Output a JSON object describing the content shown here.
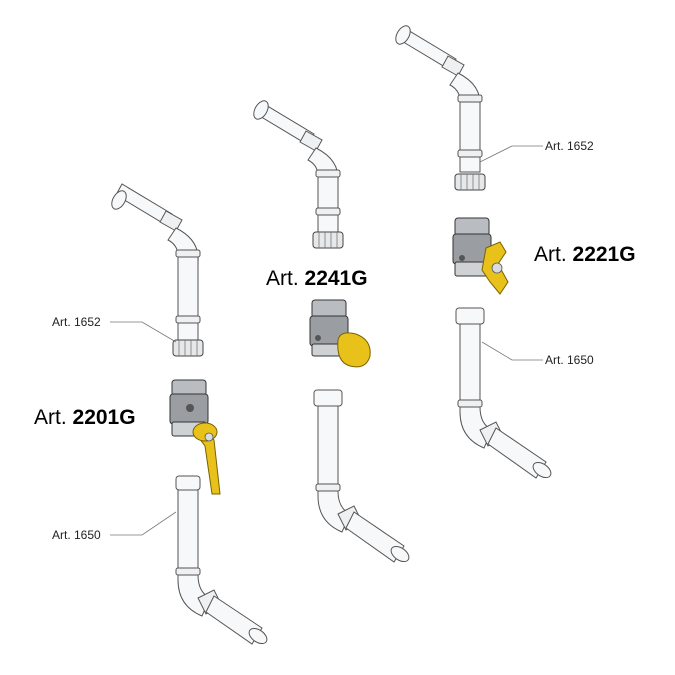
{
  "labels": {
    "art_1652_left": "Art. 1652",
    "art_1650_left": "Art. 1650",
    "art_1652_right": "Art. 1652",
    "art_1650_right": "Art. 1650",
    "art_2201g": {
      "prefix": "Art. ",
      "code": "2201G"
    },
    "art_2241g": {
      "prefix": "Art. ",
      "code": "2241G"
    },
    "art_2221g": {
      "prefix": "Art. ",
      "code": "2221G"
    }
  },
  "colors": {
    "handle_yellow": "#e8c21a",
    "handle_stroke": "#7a6200",
    "valve_grey": "#9a9da1",
    "pipe_fill": "#f7f8fa"
  },
  "icons": {
    "lever_handle": "lever-handle-icon",
    "butterfly_handle": "butterfly-handle-icon",
    "tee_handle": "tee-handle-icon"
  }
}
